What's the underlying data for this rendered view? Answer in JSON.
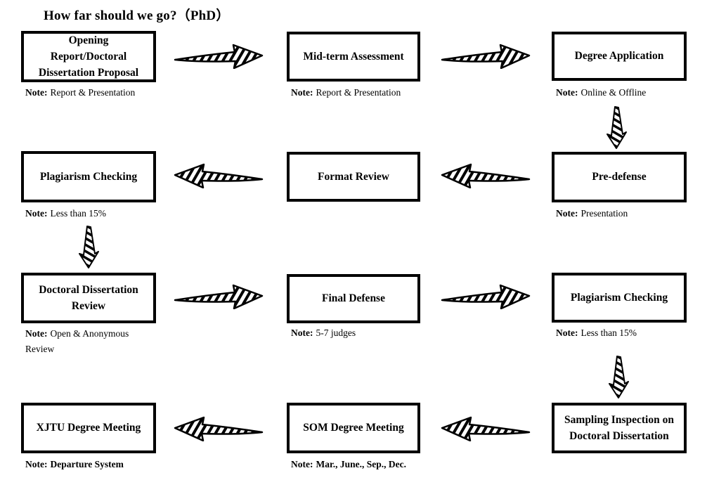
{
  "title": "How far should we go?（PhD）",
  "colors": {
    "ink": "#000000",
    "background": "#ffffff"
  },
  "boxes": {
    "opening": {
      "label": "Opening\nReport/Doctoral\nDissertation Proposal",
      "note_prefix": "Note:",
      "note": "Report & Presentation"
    },
    "midterm": {
      "label": "Mid-term Assessment",
      "note_prefix": "Note:",
      "note": "Report & Presentation"
    },
    "degree_application": {
      "label": "Degree Application",
      "note_prefix": "Note:",
      "note": "Online & Offline"
    },
    "plagiarism_1": {
      "label": "Plagiarism Checking",
      "note_prefix": "Note:",
      "note": "Less than 15%"
    },
    "format_review": {
      "label": "Format Review"
    },
    "pre_defense": {
      "label": "Pre-defense",
      "note_prefix": "Note:",
      "note": "Presentation"
    },
    "dissertation_review": {
      "label": "Doctoral Dissertation\nReview",
      "note_prefix": "Note:",
      "note": "Open & Anonymous\nReview"
    },
    "final_defense": {
      "label": "Final Defense",
      "note_prefix": "Note:",
      "note": "5-7 judges"
    },
    "plagiarism_2": {
      "label": "Plagiarism Checking",
      "note_prefix": "Note:",
      "note": "Less than 15%"
    },
    "xjtu_meeting": {
      "label": "XJTU Degree Meeting",
      "note_prefix": "Note:",
      "note": "Departure System"
    },
    "som_meeting": {
      "label": "SOM Degree Meeting",
      "note_prefix": "Note:",
      "note": "Mar., June., Sep., Dec."
    },
    "sampling": {
      "label": "Sampling Inspection on\nDoctoral Dissertation"
    }
  },
  "arrows": [
    {
      "from": "opening",
      "to": "midterm",
      "direction": "right"
    },
    {
      "from": "midterm",
      "to": "degree_application",
      "direction": "right"
    },
    {
      "from": "degree_application",
      "to": "pre_defense",
      "direction": "down"
    },
    {
      "from": "pre_defense",
      "to": "format_review",
      "direction": "left"
    },
    {
      "from": "format_review",
      "to": "plagiarism_1",
      "direction": "left"
    },
    {
      "from": "plagiarism_1",
      "to": "dissertation_review",
      "direction": "down"
    },
    {
      "from": "dissertation_review",
      "to": "final_defense",
      "direction": "right"
    },
    {
      "from": "final_defense",
      "to": "plagiarism_2",
      "direction": "right"
    },
    {
      "from": "plagiarism_2",
      "to": "sampling",
      "direction": "down"
    },
    {
      "from": "sampling",
      "to": "som_meeting",
      "direction": "left"
    },
    {
      "from": "som_meeting",
      "to": "xjtu_meeting",
      "direction": "left"
    }
  ]
}
